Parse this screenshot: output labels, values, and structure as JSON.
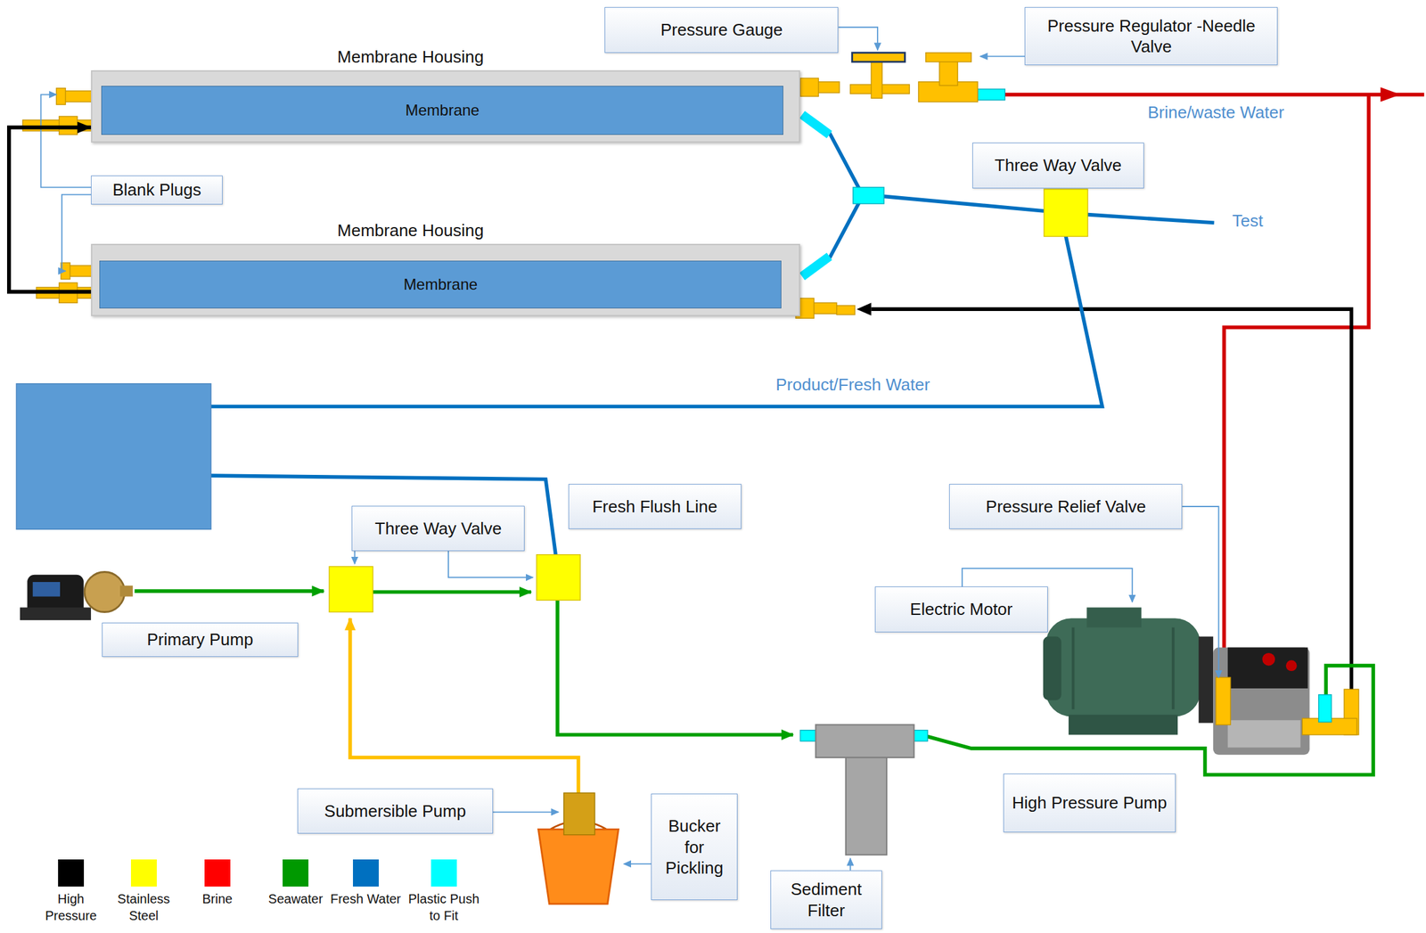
{
  "diagram": {
    "nodes": [
      {
        "text": [
          "Pressure Gauge"
        ]
      },
      {
        "text": [
          "Pressure Regulator -Needle Valve"
        ]
      },
      {
        "text": [
          "Membrane Housing"
        ]
      },
      {
        "text": [
          "Membrane"
        ],
        "in": 2
      },
      {
        "text": [
          "Three Way Valve"
        ]
      },
      {
        "text": [
          "Blank Plugs"
        ]
      },
      {
        "text": [
          "Membrane Housing"
        ]
      },
      {
        "text": [
          "Membrane"
        ],
        "in": 6
      },
      {
        "text": [
          "Fresh Flush Line"
        ]
      },
      {
        "text": [
          "Pressure Relief Valve"
        ]
      },
      {
        "text": [
          "Three Way Valve"
        ]
      },
      {
        "text": [
          "Electric Motor"
        ]
      },
      {
        "text": [
          "Primary Pump"
        ]
      },
      {
        "text": [
          "High Pressure Pump"
        ]
      },
      {
        "text": [
          "Submersible Pump"
        ]
      },
      {
        "text": [
          "Bucker for Pickling"
        ]
      },
      {
        "text": [
          "Sediment Filter"
        ]
      }
    ],
    "edges": [
      {
        "from": 6,
        "to": 2,
        "arrow": "to"
      }
    ],
    "labels": [
      "Brine/waste Water",
      "Test",
      "Product/Fresh Water"
    ],
    "legend": [
      {
        "text": "High Pressure",
        "color": "#000000"
      },
      {
        "text": "Stainless Steel",
        "color": "#ffff00"
      },
      {
        "text": "Brine",
        "color": "#ff0000"
      },
      {
        "text": "Seawater",
        "color": "#009900"
      },
      {
        "text": "Fresh Water",
        "color": "#0070c0"
      },
      {
        "text": "Plastic Push to Fit",
        "color": "#00ffff"
      }
    ]
  }
}
